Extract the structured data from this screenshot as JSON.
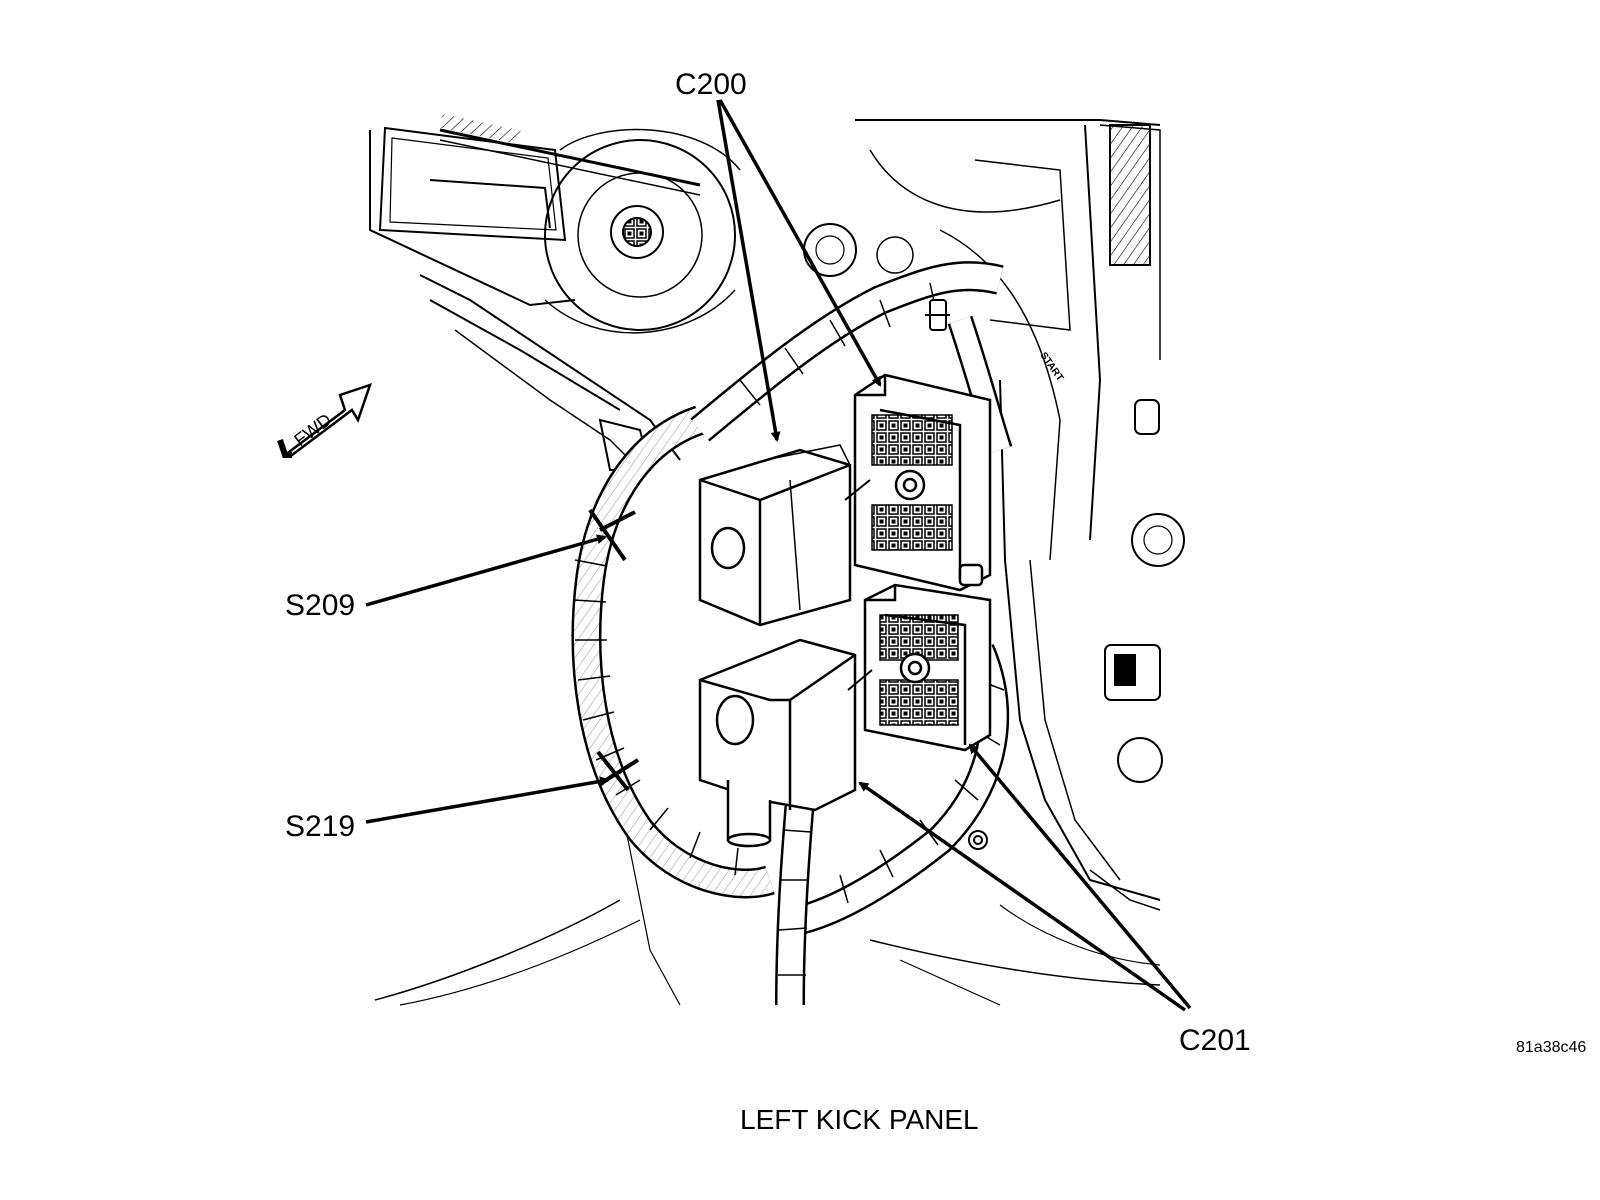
{
  "labels": {
    "c200": "C200",
    "s209": "S209",
    "s219": "S219",
    "c201": "C201",
    "fwd": "FWD",
    "start": "START",
    "figure_code": "81a38c46",
    "caption": "LEFT KICK PANEL"
  },
  "colors": {
    "line": "#000000",
    "background": "#ffffff",
    "shade": "#d8d8d8"
  }
}
